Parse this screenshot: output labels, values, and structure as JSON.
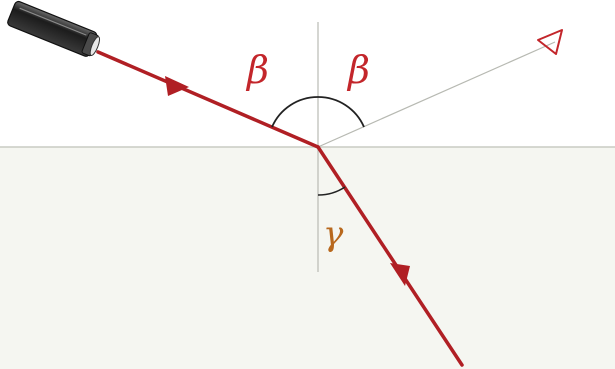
{
  "labels": {
    "incidence_angle": "β",
    "reflection_angle": "β",
    "refraction_angle": "γ"
  },
  "colors": {
    "background_top": "#ffffff",
    "background_bottom": "#f5f6f1",
    "interface": "#c9ccc3",
    "normal": "#b9bbb4",
    "ray": "#b01f24",
    "reflected_ray": "#b7b9b2",
    "incidence_label": "#c3262b",
    "refraction_label": "#b8681d",
    "arc": "#222222",
    "laser_body": "#2a2a2a"
  },
  "icons": {
    "source": "laser-pointer-icon",
    "reflected_arrow": "arrowhead-outline-icon"
  }
}
